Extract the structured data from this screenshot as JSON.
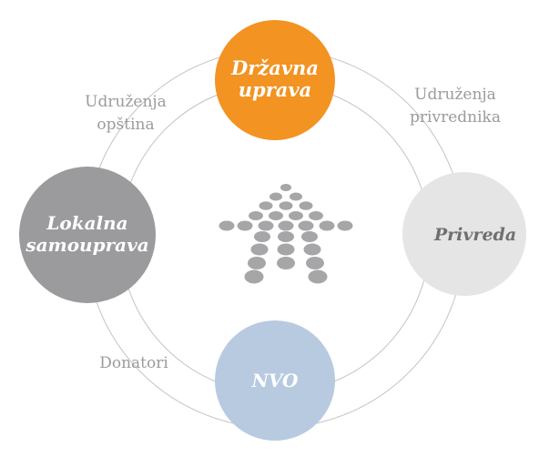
{
  "nodes": {
    "top": {
      "lines": [
        "Državna",
        "uprava"
      ],
      "fill": "#f29322",
      "text_color": "#ffffff"
    },
    "left": {
      "lines": [
        "Lokalna",
        "samouprava"
      ],
      "fill": "#9b9b9e",
      "text_color": "#ffffff"
    },
    "right": {
      "lines": [
        "Privreda"
      ],
      "fill": "#e5e5e5",
      "text_color": "#6f6f72"
    },
    "bottom": {
      "lines": [
        "NVO"
      ],
      "fill": "#b7cae0",
      "text_color": "#ffffff"
    }
  },
  "side_labels": {
    "top_left": {
      "lines": [
        "Udruženja",
        "opština"
      ]
    },
    "top_right": {
      "lines": [
        "Udruženja",
        "privrednika"
      ]
    },
    "bottom_left": {
      "lines": [
        "Donatori"
      ]
    }
  },
  "colors": {
    "ring": "#c8c8c8",
    "arrow_dots": "#a6a6a8",
    "side_text": "#9b9b9b"
  },
  "center_icon": "upward-arrow-of-dots-icon"
}
